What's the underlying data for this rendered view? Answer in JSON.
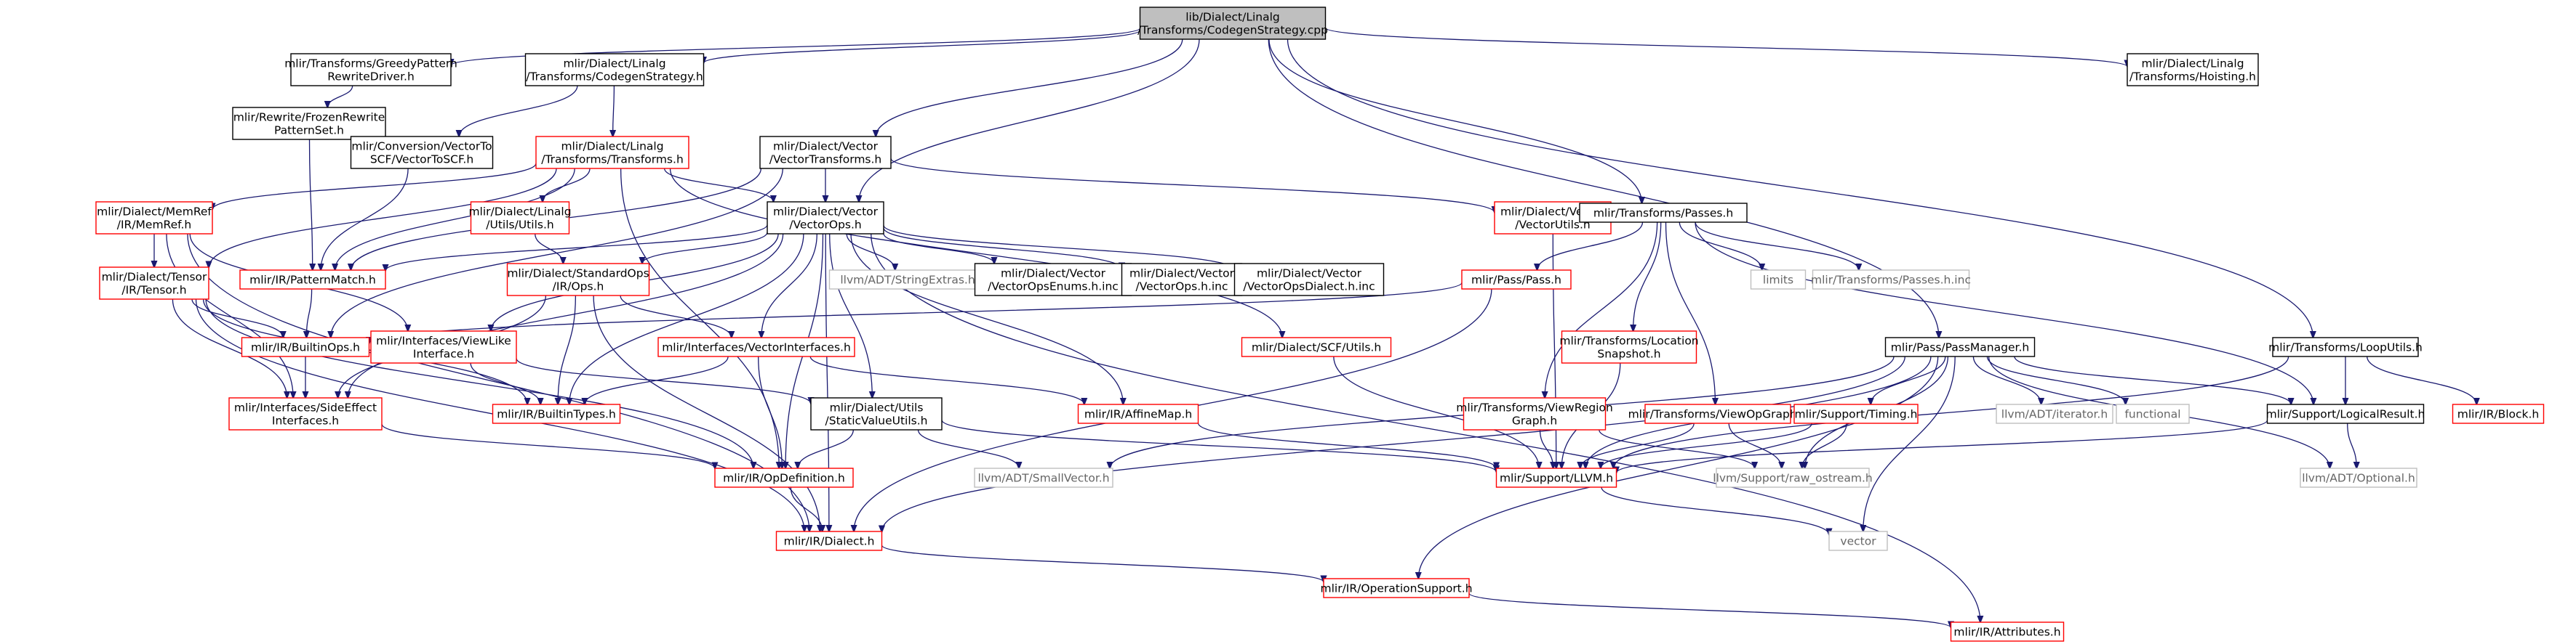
{
  "colors": {
    "edge": "#191970",
    "root_fill": "#bfbfbf",
    "root_stroke": "#000000",
    "documented_stroke": "#000000",
    "truncated_stroke": "#ff0000",
    "external_stroke": "#bfbfbf",
    "external_text": "#666666",
    "background": "#ffffff"
  },
  "graph": {
    "nodes": [
      {
        "id": "root",
        "kind": "root",
        "lines": [
          "lib/Dialect/Linalg",
          "/Transforms/CodegenStrategy.cpp"
        ]
      },
      {
        "id": "greedy",
        "kind": "doc",
        "lines": [
          "mlir/Transforms/GreedyPattern",
          "RewriteDriver.h"
        ]
      },
      {
        "id": "cgs",
        "kind": "doc",
        "lines": [
          "mlir/Dialect/Linalg",
          "/Transforms/CodegenStrategy.h"
        ]
      },
      {
        "id": "hoisting",
        "kind": "doc",
        "lines": [
          "mlir/Dialect/Linalg",
          "/Transforms/Hoisting.h"
        ]
      },
      {
        "id": "frozen",
        "kind": "doc",
        "lines": [
          "mlir/Rewrite/FrozenRewrite",
          "PatternSet.h"
        ]
      },
      {
        "id": "v2scf",
        "kind": "doc",
        "lines": [
          "mlir/Conversion/VectorTo",
          "SCF/VectorToSCF.h"
        ]
      },
      {
        "id": "ltrans",
        "kind": "trunc",
        "lines": [
          "mlir/Dialect/Linalg",
          "/Transforms/Transforms.h"
        ]
      },
      {
        "id": "vtrans",
        "kind": "doc",
        "lines": [
          "mlir/Dialect/Vector",
          "/VectorTransforms.h"
        ]
      },
      {
        "id": "memref",
        "kind": "trunc",
        "lines": [
          "mlir/Dialect/MemRef",
          "/IR/MemRef.h"
        ]
      },
      {
        "id": "lutils",
        "kind": "trunc",
        "lines": [
          "mlir/Dialect/Linalg",
          "/Utils/Utils.h"
        ]
      },
      {
        "id": "vops",
        "kind": "doc",
        "lines": [
          "mlir/Dialect/Vector",
          "/VectorOps.h"
        ]
      },
      {
        "id": "vutils",
        "kind": "trunc",
        "lines": [
          "mlir/Dialect/Vector",
          "/VectorUtils.h"
        ]
      },
      {
        "id": "passes",
        "kind": "doc",
        "lines": [
          "mlir/Transforms/Passes.h"
        ]
      },
      {
        "id": "tensor",
        "kind": "trunc",
        "lines": [
          "mlir/Dialect/Tensor",
          "/IR/Tensor.h"
        ]
      },
      {
        "id": "patmatch",
        "kind": "trunc",
        "lines": [
          "mlir/IR/PatternMatch.h"
        ]
      },
      {
        "id": "stdops",
        "kind": "trunc",
        "lines": [
          "mlir/Dialect/StandardOps",
          "/IR/Ops.h"
        ]
      },
      {
        "id": "strext",
        "kind": "ext",
        "lines": [
          "llvm/ADT/StringExtras.h"
        ]
      },
      {
        "id": "venums",
        "kind": "doc",
        "lines": [
          "mlir/Dialect/Vector",
          "/VectorOpsEnums.h.inc"
        ]
      },
      {
        "id": "vopsinc",
        "kind": "doc",
        "lines": [
          "mlir/Dialect/Vector",
          "/VectorOps.h.inc"
        ]
      },
      {
        "id": "vdialinc",
        "kind": "doc",
        "lines": [
          "mlir/Dialect/Vector",
          "/VectorOpsDialect.h.inc"
        ]
      },
      {
        "id": "passpass",
        "kind": "trunc",
        "lines": [
          "mlir/Pass/Pass.h"
        ]
      },
      {
        "id": "limits",
        "kind": "ext",
        "lines": [
          "limits"
        ]
      },
      {
        "id": "passesinc",
        "kind": "ext",
        "lines": [
          "mlir/Transforms/Passes.h.inc"
        ]
      },
      {
        "id": "builtinops",
        "kind": "trunc",
        "lines": [
          "mlir/IR/BuiltinOps.h"
        ]
      },
      {
        "id": "viewlike",
        "kind": "trunc",
        "lines": [
          "mlir/Interfaces/ViewLike",
          "Interface.h"
        ]
      },
      {
        "id": "vecintf",
        "kind": "trunc",
        "lines": [
          "mlir/Interfaces/VectorInterfaces.h"
        ]
      },
      {
        "id": "scfutils",
        "kind": "trunc",
        "lines": [
          "mlir/Dialect/SCF/Utils.h"
        ]
      },
      {
        "id": "locsnap",
        "kind": "trunc",
        "lines": [
          "mlir/Transforms/Location",
          "Snapshot.h"
        ]
      },
      {
        "id": "passmgr",
        "kind": "doc",
        "lines": [
          "mlir/Pass/PassManager.h"
        ]
      },
      {
        "id": "looputils",
        "kind": "doc",
        "lines": [
          "mlir/Transforms/LoopUtils.h"
        ]
      },
      {
        "id": "sideeff",
        "kind": "trunc",
        "lines": [
          "mlir/Interfaces/SideEffect",
          "Interfaces.h"
        ]
      },
      {
        "id": "builtintypes",
        "kind": "trunc",
        "lines": [
          "mlir/IR/BuiltinTypes.h"
        ]
      },
      {
        "id": "staticval",
        "kind": "doc",
        "lines": [
          "mlir/Dialect/Utils",
          "/StaticValueUtils.h"
        ]
      },
      {
        "id": "affinemap",
        "kind": "trunc",
        "lines": [
          "mlir/IR/AffineMap.h"
        ]
      },
      {
        "id": "viewregion",
        "kind": "trunc",
        "lines": [
          "mlir/Transforms/ViewRegion",
          "Graph.h"
        ]
      },
      {
        "id": "viewopgraph",
        "kind": "trunc",
        "lines": [
          "mlir/Transforms/ViewOpGraph.h"
        ]
      },
      {
        "id": "timing",
        "kind": "trunc",
        "lines": [
          "mlir/Support/Timing.h"
        ]
      },
      {
        "id": "iterator",
        "kind": "ext",
        "lines": [
          "llvm/ADT/iterator.h"
        ]
      },
      {
        "id": "functional",
        "kind": "ext",
        "lines": [
          "functional"
        ]
      },
      {
        "id": "logical",
        "kind": "doc",
        "lines": [
          "mlir/Support/LogicalResult.h"
        ]
      },
      {
        "id": "block",
        "kind": "trunc",
        "lines": [
          "mlir/IR/Block.h"
        ]
      },
      {
        "id": "opdef",
        "kind": "trunc",
        "lines": [
          "mlir/IR/OpDefinition.h"
        ]
      },
      {
        "id": "smallvec",
        "kind": "ext",
        "lines": [
          "llvm/ADT/SmallVector.h"
        ]
      },
      {
        "id": "llvmh",
        "kind": "trunc",
        "lines": [
          "mlir/Support/LLVM.h"
        ]
      },
      {
        "id": "rawostream",
        "kind": "ext",
        "lines": [
          "llvm/Support/raw_ostream.h"
        ]
      },
      {
        "id": "optional",
        "kind": "ext",
        "lines": [
          "llvm/ADT/Optional.h"
        ]
      },
      {
        "id": "dialect",
        "kind": "trunc",
        "lines": [
          "mlir/IR/Dialect.h"
        ]
      },
      {
        "id": "vector",
        "kind": "ext",
        "lines": [
          "vector"
        ]
      },
      {
        "id": "opsupport",
        "kind": "trunc",
        "lines": [
          "mlir/IR/OperationSupport.h"
        ]
      },
      {
        "id": "attrs",
        "kind": "trunc",
        "lines": [
          "mlir/IR/Attributes.h"
        ]
      }
    ],
    "edges": [
      [
        "root",
        "greedy"
      ],
      [
        "root",
        "cgs"
      ],
      [
        "root",
        "hoisting"
      ],
      [
        "root",
        "vtrans"
      ],
      [
        "root",
        "vops"
      ],
      [
        "root",
        "passes"
      ],
      [
        "root",
        "passmgr"
      ],
      [
        "root",
        "looputils"
      ],
      [
        "greedy",
        "frozen"
      ],
      [
        "cgs",
        "v2scf"
      ],
      [
        "cgs",
        "ltrans"
      ],
      [
        "frozen",
        "patmatch"
      ],
      [
        "v2scf",
        "patmatch"
      ],
      [
        "ltrans",
        "memref"
      ],
      [
        "ltrans",
        "lutils"
      ],
      [
        "ltrans",
        "vops"
      ],
      [
        "ltrans",
        "tensor"
      ],
      [
        "ltrans",
        "patmatch"
      ],
      [
        "ltrans",
        "scfutils"
      ],
      [
        "ltrans",
        "opdef"
      ],
      [
        "vtrans",
        "vops"
      ],
      [
        "vtrans",
        "vutils"
      ],
      [
        "vtrans",
        "patmatch"
      ],
      [
        "vtrans",
        "builtinops"
      ],
      [
        "memref",
        "tensor"
      ],
      [
        "memref",
        "viewlike"
      ],
      [
        "memref",
        "sideeff"
      ],
      [
        "memref",
        "dialect"
      ],
      [
        "lutils",
        "stdops"
      ],
      [
        "vops",
        "patmatch"
      ],
      [
        "vops",
        "stdops"
      ],
      [
        "vops",
        "strext"
      ],
      [
        "vops",
        "venums"
      ],
      [
        "vops",
        "vopsinc"
      ],
      [
        "vops",
        "vdialinc"
      ],
      [
        "vops",
        "viewlike"
      ],
      [
        "vops",
        "vecintf"
      ],
      [
        "vops",
        "sideeff"
      ],
      [
        "vops",
        "builtintypes"
      ],
      [
        "vops",
        "staticval"
      ],
      [
        "vops",
        "affinemap"
      ],
      [
        "vops",
        "opdef"
      ],
      [
        "vops",
        "dialect"
      ],
      [
        "vops",
        "attrs"
      ],
      [
        "vutils",
        "llvmh"
      ],
      [
        "passes",
        "passpass"
      ],
      [
        "passes",
        "limits"
      ],
      [
        "passes",
        "passesinc"
      ],
      [
        "passes",
        "locsnap"
      ],
      [
        "passes",
        "viewregion"
      ],
      [
        "passes",
        "viewopgraph"
      ],
      [
        "passes",
        "logical"
      ],
      [
        "tensor",
        "builtinops"
      ],
      [
        "tensor",
        "sideeff"
      ],
      [
        "tensor",
        "builtintypes"
      ],
      [
        "tensor",
        "opdef"
      ],
      [
        "tensor",
        "dialect"
      ],
      [
        "patmatch",
        "builtinops"
      ],
      [
        "stdops",
        "vecintf"
      ],
      [
        "stdops",
        "sideeff"
      ],
      [
        "stdops",
        "builtintypes"
      ],
      [
        "stdops",
        "dialect"
      ],
      [
        "passpass",
        "builtinops"
      ],
      [
        "passpass",
        "dialect"
      ],
      [
        "builtinops",
        "sideeff"
      ],
      [
        "viewlike",
        "builtintypes"
      ],
      [
        "viewlike",
        "staticval"
      ],
      [
        "vecintf",
        "builtintypes"
      ],
      [
        "vecintf",
        "affinemap"
      ],
      [
        "vecintf",
        "opdef"
      ],
      [
        "scfutils",
        "llvmh"
      ],
      [
        "locsnap",
        "llvmh"
      ],
      [
        "passmgr",
        "timing"
      ],
      [
        "passmgr",
        "iterator"
      ],
      [
        "passmgr",
        "functional"
      ],
      [
        "passmgr",
        "logical"
      ],
      [
        "passmgr",
        "optional"
      ],
      [
        "passmgr",
        "rawostream"
      ],
      [
        "passmgr",
        "vector"
      ],
      [
        "passmgr",
        "llvmh"
      ],
      [
        "passmgr",
        "opsupport"
      ],
      [
        "passmgr",
        "dialect"
      ],
      [
        "passmgr",
        "smallvec"
      ],
      [
        "looputils",
        "logical"
      ],
      [
        "looputils",
        "block"
      ],
      [
        "looputils",
        "llvmh"
      ],
      [
        "sideeff",
        "opdef"
      ],
      [
        "staticval",
        "opdef"
      ],
      [
        "staticval",
        "smallvec"
      ],
      [
        "staticval",
        "llvmh"
      ],
      [
        "affinemap",
        "llvmh"
      ],
      [
        "viewregion",
        "llvmh"
      ],
      [
        "viewregion",
        "rawostream"
      ],
      [
        "viewopgraph",
        "llvmh"
      ],
      [
        "viewopgraph",
        "rawostream"
      ],
      [
        "timing",
        "llvmh"
      ],
      [
        "timing",
        "rawostream"
      ],
      [
        "logical",
        "llvmh"
      ],
      [
        "logical",
        "optional"
      ],
      [
        "opdef",
        "dialect"
      ],
      [
        "llvmh",
        "vector"
      ],
      [
        "dialect",
        "opsupport"
      ],
      [
        "opsupport",
        "attrs"
      ]
    ]
  }
}
